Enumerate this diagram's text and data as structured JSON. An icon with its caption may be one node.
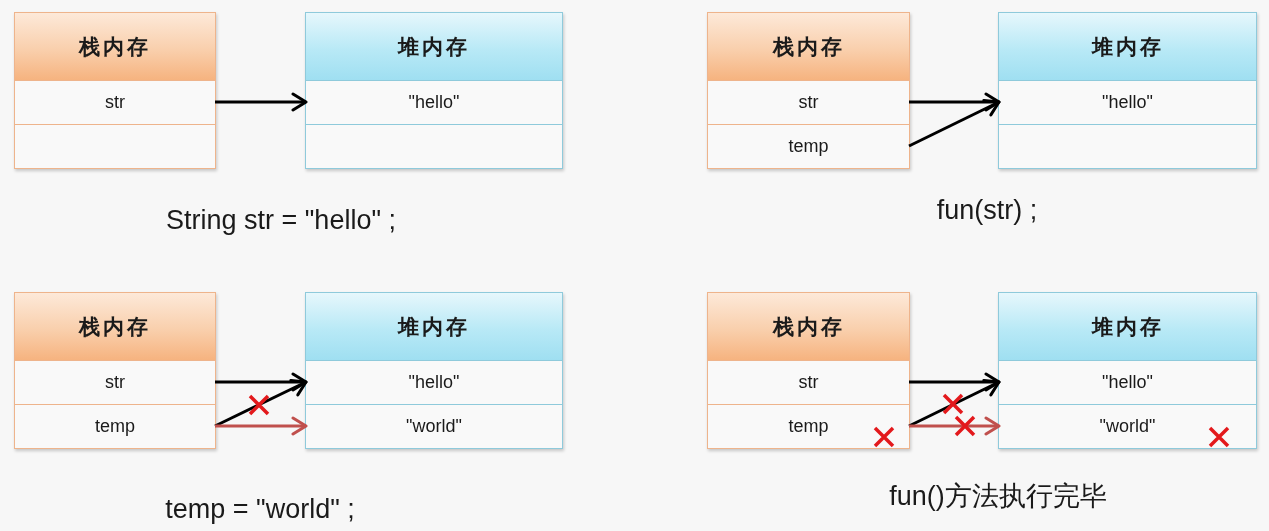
{
  "diagram": {
    "nodes": [
      {
        "text": [
          "栈内存"
        ]
      },
      {
        "text": [
          "str"
        ],
        "in": 0
      },
      {
        "text": [],
        "shape": "box",
        "in": 0
      },
      {
        "text": [
          "堆内存"
        ]
      },
      {
        "text": [
          "\"hello\""
        ],
        "in": 3
      },
      {
        "text": [],
        "shape": "box",
        "in": 3
      },
      {
        "text": [
          "栈内存"
        ]
      },
      {
        "text": [
          "str"
        ],
        "in": 6
      },
      {
        "text": [
          "temp"
        ],
        "in": 6
      },
      {
        "text": [
          "堆内存"
        ]
      },
      {
        "text": [
          "\"hello\""
        ],
        "in": 9
      },
      {
        "text": [],
        "shape": "box",
        "in": 9
      },
      {
        "text": [
          "栈内存"
        ]
      },
      {
        "text": [
          "str"
        ],
        "in": 12
      },
      {
        "text": [
          "temp"
        ],
        "in": 12
      },
      {
        "text": [
          "堆内存"
        ]
      },
      {
        "text": [
          "\"hello\""
        ],
        "in": 15
      },
      {
        "text": [
          "\"world\""
        ],
        "in": 15
      },
      {
        "text": [
          "栈内存"
        ]
      },
      {
        "text": [
          "str"
        ],
        "in": 18
      },
      {
        "text": [
          "temp"
        ],
        "in": 18
      },
      {
        "text": [
          "堆内存"
        ]
      },
      {
        "text": [
          "\"hello\""
        ],
        "in": 21
      },
      {
        "text": [
          "\"world\""
        ],
        "in": 21
      }
    ],
    "edges": [
      {
        "from": 1,
        "to": 4,
        "arrow": "to"
      },
      {
        "from": 7,
        "to": 10,
        "arrow": "to"
      },
      {
        "from": 8,
        "to": 10,
        "arrow": "to"
      },
      {
        "from": 13,
        "to": 16,
        "arrow": "to"
      },
      {
        "from": 14,
        "to": 16,
        "arrow": "to"
      },
      {
        "from": 14,
        "to": 17,
        "arrow": "to",
        "color": "#c0504d"
      },
      {
        "from": 19,
        "to": 22,
        "arrow": "to"
      },
      {
        "from": 20,
        "to": 22,
        "arrow": "to"
      },
      {
        "from": 20,
        "to": 23,
        "arrow": "to",
        "color": "#c0504d"
      }
    ],
    "labels": [
      "String str = \"hello\" ;",
      "fun(str) ;",
      "temp = \"world\" ;",
      "fun()方法执行完毕"
    ]
  }
}
